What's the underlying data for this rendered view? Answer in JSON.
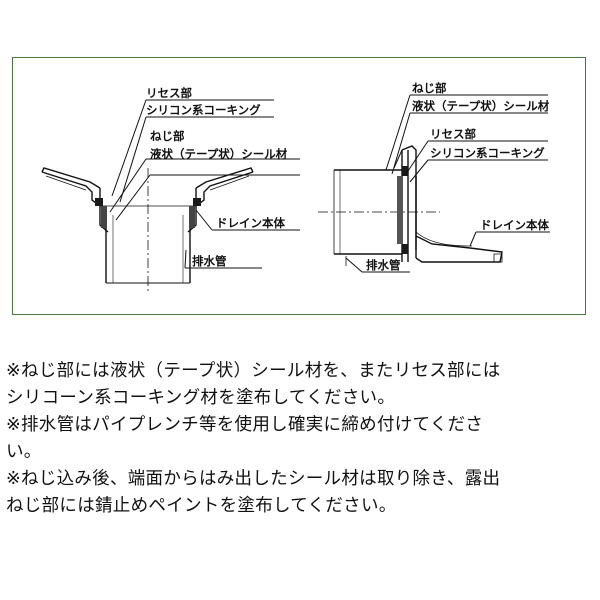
{
  "diagram": {
    "left_labels": {
      "recess": "リセス部",
      "silicone": "シリコン系コーキング",
      "thread": "ねじ部",
      "liquid_seal": "液状（テープ状）シール材",
      "drain_body": "ドレイン本体",
      "drain_pipe": "排水管"
    },
    "right_labels": {
      "thread": "ねじ部",
      "liquid_seal": "液状（テープ状）シール材",
      "recess": "リセス部",
      "silicone": "シリコン系コーキング",
      "drain_body": "ドレイン本体",
      "drain_pipe": "排水管"
    }
  },
  "notes": [
    "※ねじ部には液状（テープ状）シール材を、またリセス部には",
    "シリコーン系コーキング材を塗布してください。",
    "※排水管はパイプレンチ等を使用し確実に締め付けてくださ",
    "い。",
    "※ねじ込み後、端面からはみ出したシール材は取り除き、露出",
    "ねじ部には錆止めペイントを塗布してください。"
  ]
}
